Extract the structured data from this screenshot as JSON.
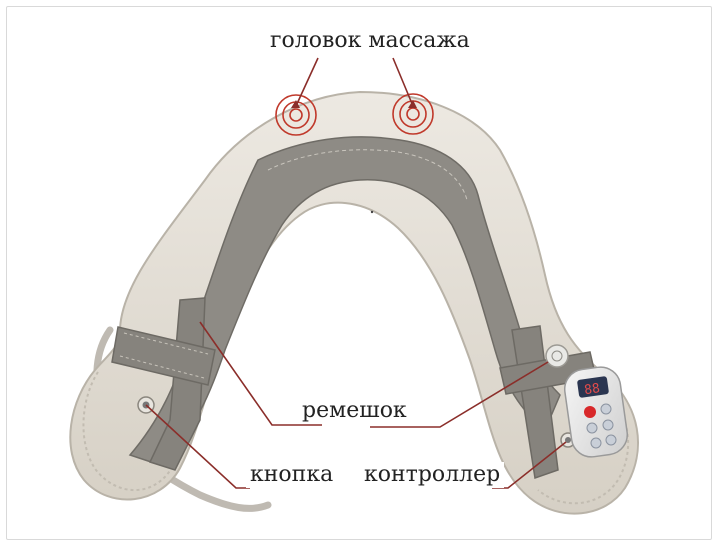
{
  "labels": {
    "heads": "головок массажа",
    "strap": "ремешок",
    "button": "кнопка",
    "controller": "контроллер"
  },
  "controller_display": "88",
  "colors": {
    "body": "#e4dfd6",
    "body_shadow": "#c9c3b8",
    "strap": "#8c8a84",
    "leader_line": "#8b2e2a",
    "target_ring": "#c0392b",
    "power_button": "#d8282a"
  }
}
